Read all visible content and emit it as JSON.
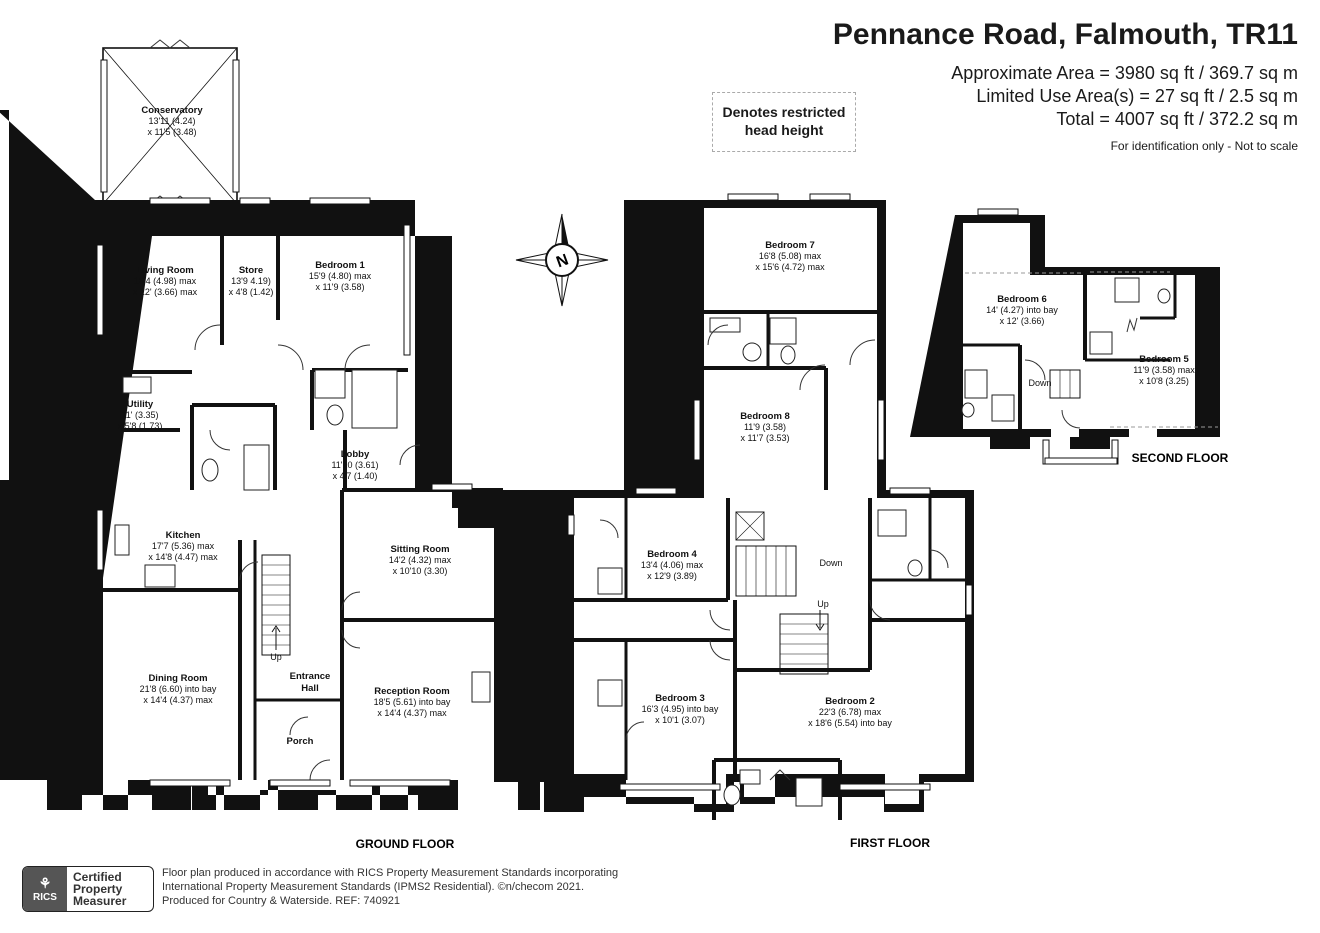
{
  "header": {
    "title": "Pennance Road, Falmouth, TR11",
    "area_lines": [
      "Approximate Area = 3980 sq ft / 369.7 sq m",
      "Limited Use Area(s) = 27 sq ft / 2.5 sq m",
      "Total = 4007 sq ft / 372.2 sq m"
    ],
    "note": "For identification only - Not to scale"
  },
  "legend": {
    "line1": "Denotes restricted",
    "line2": "head height"
  },
  "compass": {
    "letter": "N"
  },
  "floors": {
    "ground": "GROUND FLOOR",
    "first": "FIRST FLOOR",
    "second": "SECOND FLOOR"
  },
  "rooms": {
    "conservatory": [
      "Conservatory",
      "13'11 (4.24)",
      "x 11'5 (3.48)"
    ],
    "living": [
      "Living Room",
      "16'4 (4.98) max",
      "x 12' (3.66) max"
    ],
    "store": [
      "Store",
      "13'9 4.19)",
      "x 4'8 (1.42)"
    ],
    "bedroom1": [
      "Bedroom 1",
      "15'9 (4.80) max",
      "x 11'9 (3.58)"
    ],
    "utility": [
      "Utility",
      "11' (3.35)",
      "x 5'8 (1.73)"
    ],
    "lobby": [
      "Lobby",
      "11'10 (3.61)",
      "x 4'7 (1.40)"
    ],
    "kitchen": [
      "Kitchen",
      "17'7 (5.36) max",
      "x 14'8 (4.47) max"
    ],
    "sitting": [
      "Sitting Room",
      "14'2 (4.32) max",
      "x 10'10 (3.30)"
    ],
    "dining": [
      "Dining Room",
      "21'8 (6.60) into bay",
      "x 14'4 (4.37) max"
    ],
    "entrance": [
      "Entrance",
      "Hall"
    ],
    "reception": [
      "Reception Room",
      "18'5 (5.61) into bay",
      "x 14'4 (4.37) max"
    ],
    "porch": [
      "Porch"
    ],
    "bedroom7": [
      "Bedroom 7",
      "16'8 (5.08) max",
      "x 15'6 (4.72) max"
    ],
    "bedroom8": [
      "Bedroom 8",
      "11'9 (3.58)",
      "x 11'7 (3.53)"
    ],
    "bedroom4": [
      "Bedroom 4",
      "13'4 (4.06) max",
      "x 12'9 (3.89)"
    ],
    "bedroom3": [
      "Bedroom 3",
      "16'3 (4.95) into bay",
      "x 10'1 (3.07)"
    ],
    "bedroom2": [
      "Bedroom 2",
      "22'3 (6.78) max",
      "x 18'6 (5.54) into bay"
    ],
    "bedroom6": [
      "Bedroom 6",
      "14' (4.27) into bay",
      "x 12' (3.66)"
    ],
    "bedroom5": [
      "Bedroom 5",
      "11'9 (3.58) max",
      "x 10'8 (3.25)"
    ]
  },
  "stairs": {
    "up": "Up",
    "down": "Down"
  },
  "footer": {
    "badge_logo": "RICS",
    "badge_lines": [
      "Certified",
      "Property",
      "Measurer"
    ],
    "disclaimer_lines": [
      "Floor plan produced in accordance with RICS Property Measurement Standards incorporating",
      "International Property Measurement Standards (IPMS2 Residential).  ©n/checom 2021.",
      "Produced for Country & Waterside.   REF: 740921"
    ]
  }
}
